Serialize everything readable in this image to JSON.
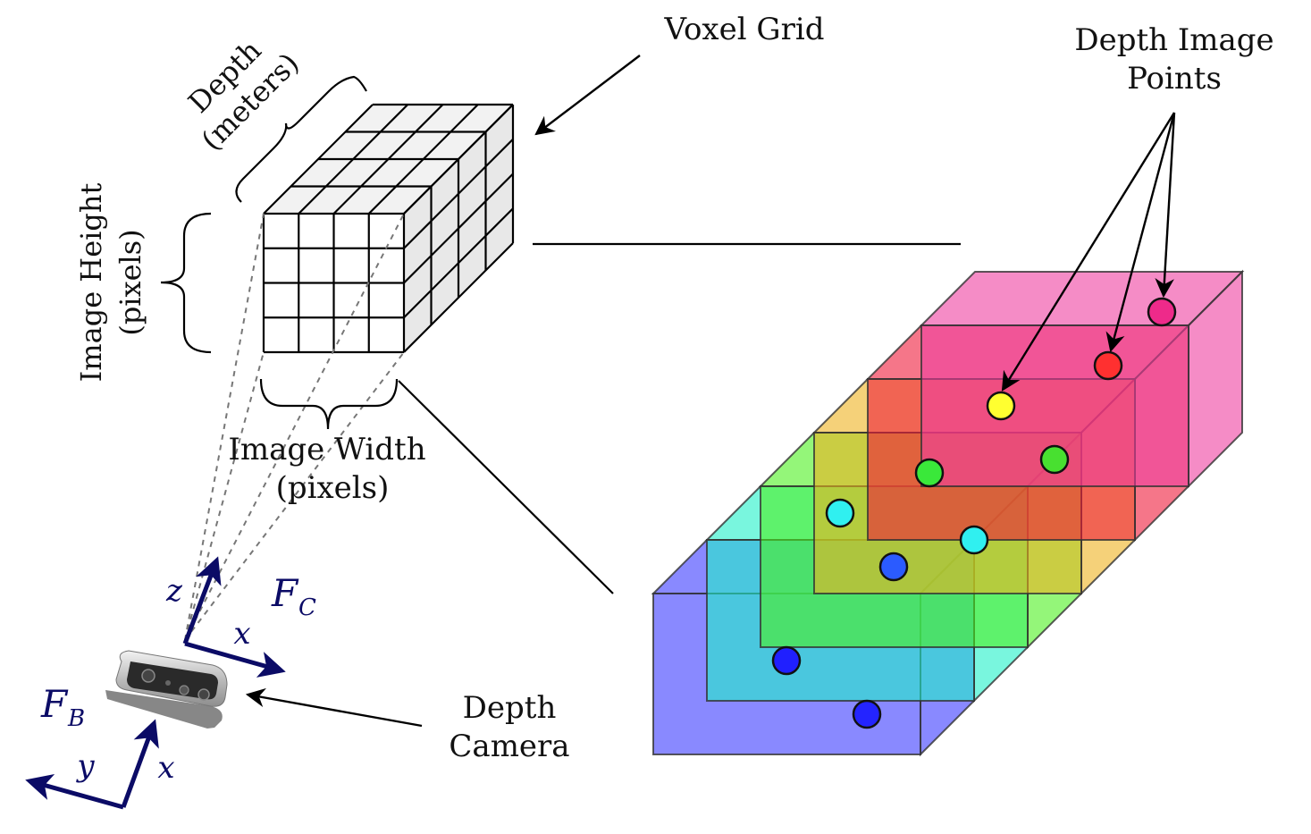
{
  "labels": {
    "voxel_grid": "Voxel Grid",
    "depth_image_points_1": "Depth Image",
    "depth_image_points_2": "Points",
    "depth_1": "Depth",
    "depth_2": "(meters)",
    "image_height_1": "Image Height",
    "image_height_2": "(pixels)",
    "image_width_1": "Image Width",
    "image_width_2": "(pixels)",
    "depth_camera_1": "Depth",
    "depth_camera_2": "Camera"
  },
  "frames": {
    "camera_frame": {
      "name": "F",
      "sub": "C",
      "axis_z": "z",
      "axis_x": "x"
    },
    "body_frame": {
      "name": "F",
      "sub": "B",
      "axis_y": "y",
      "axis_x": "x"
    }
  },
  "layers": [
    {
      "color": "#ee3fa0",
      "name": "pink"
    },
    {
      "color": "#ee1a3a",
      "name": "red"
    },
    {
      "color": "#efb21f",
      "name": "orange-yellow"
    },
    {
      "color": "#4cf01f",
      "name": "green"
    },
    {
      "color": "#20f0c8",
      "name": "cyan"
    },
    {
      "color": "#3a3aff",
      "name": "blue"
    }
  ],
  "points": [
    {
      "color": "#ee2a8a",
      "name": "pink-point"
    },
    {
      "color": "#ff3030",
      "name": "red-point"
    },
    {
      "color": "#ffff30",
      "name": "yellow-point"
    },
    {
      "color": "#3ae83a",
      "name": "green-point-1"
    },
    {
      "color": "#48e030",
      "name": "green-point-2"
    },
    {
      "color": "#30f0f0",
      "name": "cyan-point-1"
    },
    {
      "color": "#30f0f0",
      "name": "cyan-point-2"
    },
    {
      "color": "#2b5bff",
      "name": "blue-point-1"
    },
    {
      "color": "#2020ff",
      "name": "blue-point-2"
    },
    {
      "color": "#2424ff",
      "name": "blue-point-3"
    }
  ]
}
